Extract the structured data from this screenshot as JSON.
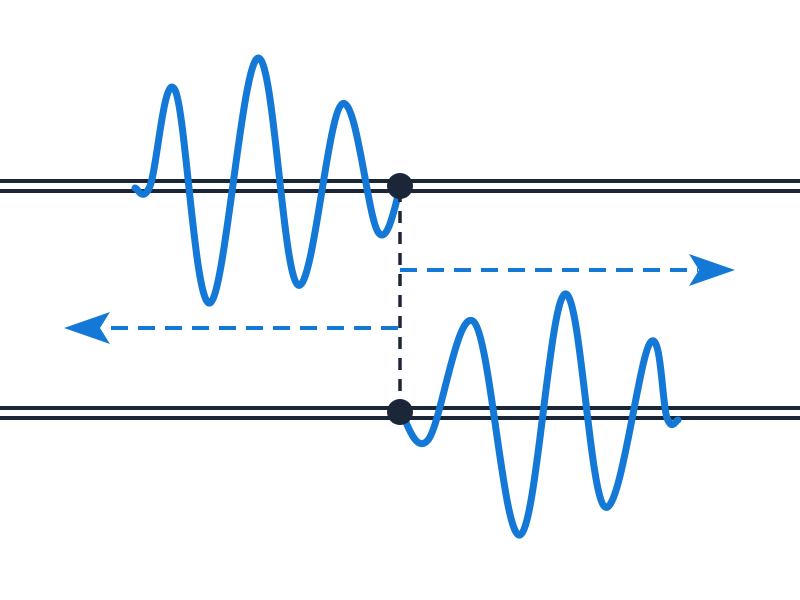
{
  "colors": {
    "background": "#ffffff",
    "track": "#1b2638",
    "wave": "#1479d6",
    "connector": "#1b2638",
    "arrow": "#1479d6",
    "junction": "#1b2638"
  },
  "rails": [
    {
      "name": "upper"
    },
    {
      "name": "lower"
    }
  ],
  "pulses": [
    {
      "name": "upper-pulse",
      "rail": "upper",
      "direction": "up",
      "peaks": 3
    },
    {
      "name": "lower-pulse",
      "rail": "lower",
      "direction": "down",
      "peaks": 3
    }
  ],
  "arrows": [
    {
      "name": "right-arrow",
      "direction": "right",
      "style": "dashed"
    },
    {
      "name": "left-arrow",
      "direction": "left",
      "style": "dashed"
    }
  ],
  "junctions": [
    {
      "name": "upper-junction",
      "rail": "upper"
    },
    {
      "name": "lower-junction",
      "rail": "lower"
    }
  ]
}
